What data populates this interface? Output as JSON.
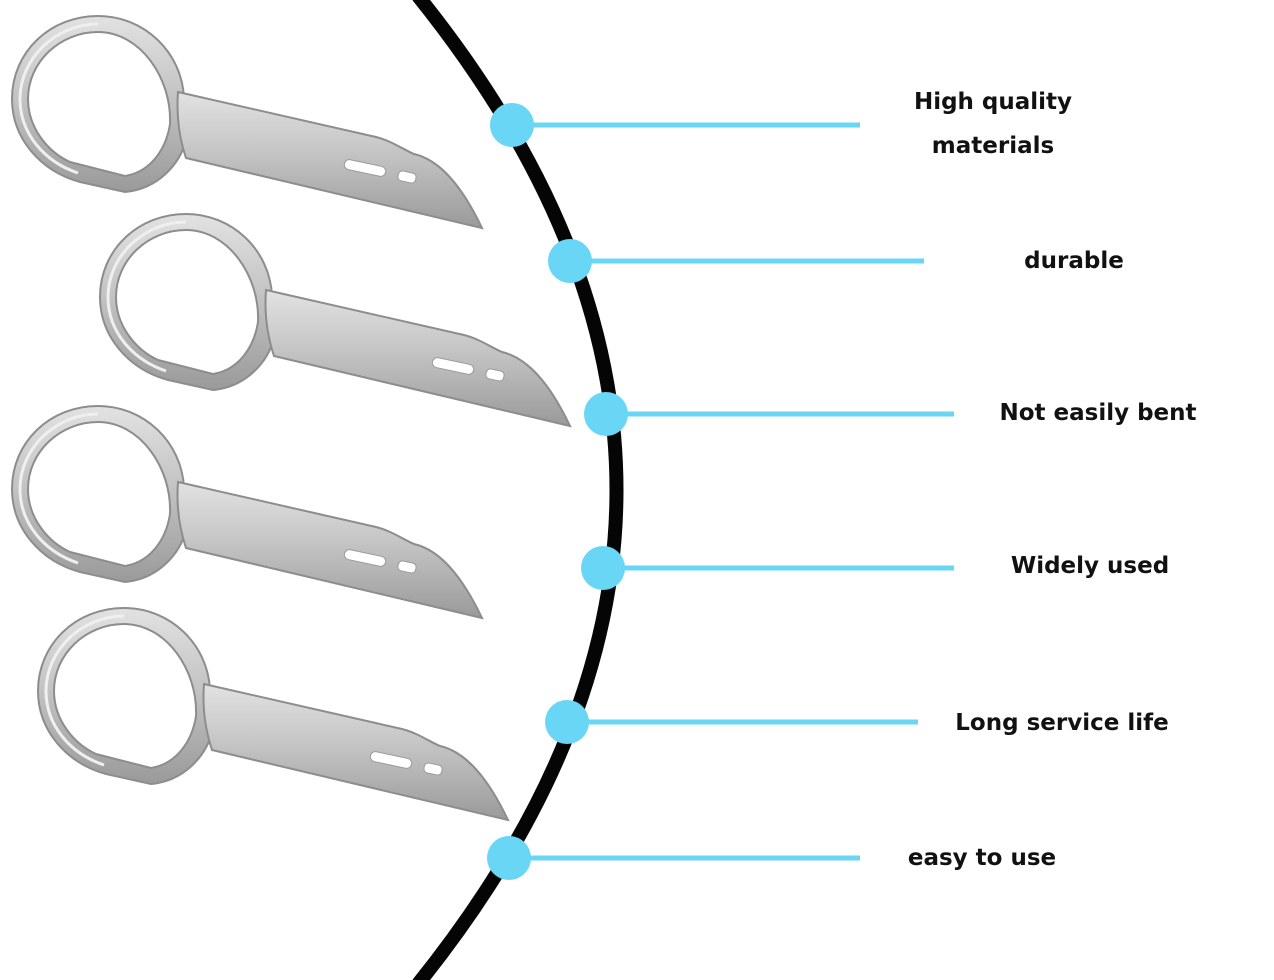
{
  "features": [
    {
      "label": "High quality\nmaterials"
    },
    {
      "label": "durable"
    },
    {
      "label": "Not easily bent"
    },
    {
      "label": "Widely used"
    },
    {
      "label": "Long service life"
    },
    {
      "label": "easy to use"
    }
  ],
  "tool_count": 4,
  "colors": {
    "background": "#ffffff",
    "arc": "#050505",
    "dot": "#6ad6f5",
    "connector": "#6ad6f5",
    "metal_light": "#d6d6d6",
    "metal_dark": "#8d8d8d",
    "text": "#111111"
  }
}
